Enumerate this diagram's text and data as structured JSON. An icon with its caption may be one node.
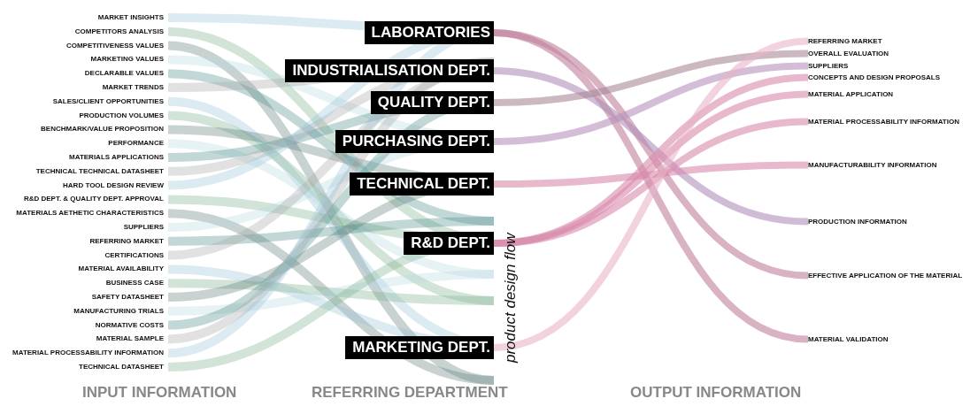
{
  "diagram": {
    "nodes": [
      {
        "text": [
          "MARKET INSIGHTS"
        ]
      },
      {
        "text": [
          "COMPETITORS ANALYSIS"
        ]
      },
      {
        "text": [
          "COMPETITIVENESS VALUES"
        ]
      },
      {
        "text": [
          "MARKETING VALUES"
        ]
      },
      {
        "text": [
          "DECLARABLE VALUES"
        ]
      },
      {
        "text": [
          "MARKET TRENDS"
        ]
      },
      {
        "text": [
          "SALES/CLIENT OPPORTUNITIES"
        ]
      },
      {
        "text": [
          "PRODUCTION VOLUMES"
        ]
      },
      {
        "text": [
          "BENCHMARK/VALUE PROPOSITION"
        ]
      },
      {
        "text": [
          "PERFORMANCE"
        ]
      },
      {
        "text": [
          "MATERIALS APPLICATIONS"
        ]
      },
      {
        "text": [
          "TECHNICAL TECHNICAL DATASHEET"
        ]
      },
      {
        "text": [
          "HARD TOOL DESIGN REVIEW"
        ]
      },
      {
        "text": [
          "R&D DEPT. & QUALITY DEPT. APPROVAL"
        ]
      },
      {
        "text": [
          "MATERIALS AETHETIC CHARACTERISTICS"
        ]
      },
      {
        "text": [
          "SUPPLIERS"
        ]
      },
      {
        "text": [
          "REFERRING MARKET"
        ]
      },
      {
        "text": [
          "CERTIFICATIONS"
        ]
      },
      {
        "text": [
          "MATERIAL AVAILABILITY"
        ]
      },
      {
        "text": [
          "BUSINESS CASE"
        ]
      },
      {
        "text": [
          "SAFETY DATASHEET"
        ]
      },
      {
        "text": [
          "MANUFACTURING TRIALS"
        ]
      },
      {
        "text": [
          "NORMATIVE COSTS"
        ]
      },
      {
        "text": [
          "MATERIAL SAMPLE"
        ]
      },
      {
        "text": [
          "MATERIAL PROCESSABILITY INFORMATION"
        ]
      },
      {
        "text": [
          "TECHNICAL DATASHEET"
        ]
      },
      {
        "text": [
          "LABORATORIES"
        ]
      },
      {
        "text": [
          "INDUSTRIALISATION DEPT."
        ]
      },
      {
        "text": [
          "QUALITY DEPT."
        ]
      },
      {
        "text": [
          "PURCHASING DEPT."
        ]
      },
      {
        "text": [
          "TECHNICAL DEPT."
        ]
      },
      {
        "text": [
          "R&D DEPT."
        ]
      },
      {
        "text": [
          "MARKETING DEPT."
        ]
      },
      {
        "text": [
          "REFERRING MARKET"
        ]
      },
      {
        "text": [
          "OVERALL EVALUATION"
        ]
      },
      {
        "text": [
          "SUPPLIERS"
        ]
      },
      {
        "text": [
          "CONCEPTS AND DESIGN PROPOSALS"
        ]
      },
      {
        "text": [
          "MATERIAL APPLICATION"
        ]
      },
      {
        "text": [
          "MATERIAL PROCESSABILITY INFORMATION"
        ]
      },
      {
        "text": [
          "MANUFACTURABILITY INFORMATION"
        ]
      },
      {
        "text": [
          "PRODUCTION INFORMATION"
        ]
      },
      {
        "text": [
          "EFFECTIVE APPLICATION OF THE MATERIAL"
        ]
      },
      {
        "text": [
          "MATERIAL VALIDATION"
        ]
      }
    ],
    "edges": [
      {
        "from": 26,
        "to": 41,
        "arrow": "none",
        "color": "#c07f9c"
      },
      {
        "from": 26,
        "to": 42,
        "arrow": "none",
        "color": "#c07f9c"
      },
      {
        "from": 27,
        "to": 40,
        "arrow": "none",
        "color": "#b08fb8"
      },
      {
        "from": 28,
        "to": 34,
        "arrow": "none",
        "color": "#a88896"
      },
      {
        "from": 29,
        "to": 35,
        "arrow": "none",
        "color": "#b893bd"
      },
      {
        "from": 30,
        "to": 39,
        "arrow": "none"
      },
      {
        "from": 31,
        "to": 36,
        "arrow": "none"
      },
      {
        "from": 31,
        "to": 37,
        "arrow": "none"
      },
      {
        "from": 31,
        "to": 38,
        "arrow": "none"
      },
      {
        "from": 32,
        "to": 33,
        "arrow": "none",
        "color": "#e8b4c8"
      }
    ],
    "labels": [
      "product design flow",
      "INPUT INFORMATION",
      "REFERRING DEPARTMENT",
      "OUTPUT INFORMATION"
    ]
  }
}
